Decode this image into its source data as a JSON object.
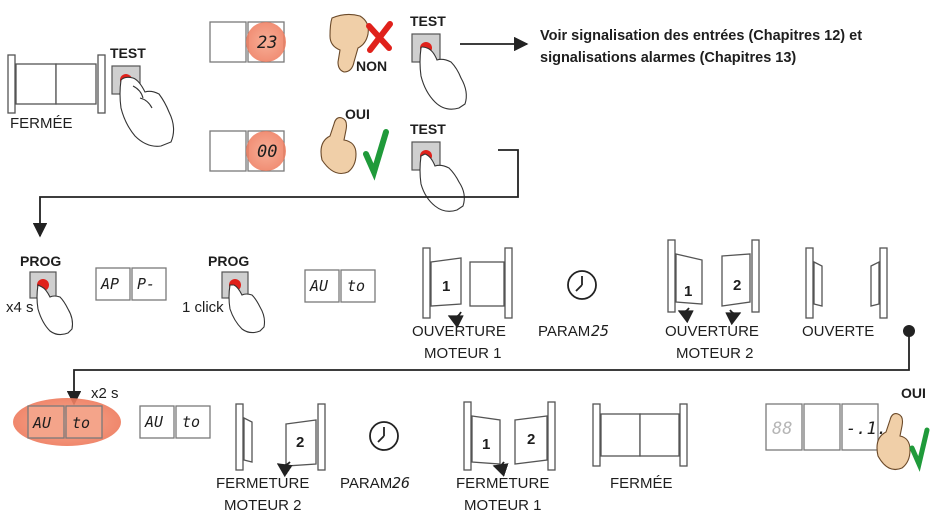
{
  "labels": {
    "test_1": "TEST",
    "test_2": "TEST",
    "test_3": "TEST",
    "fermee_1": "FERMÉE",
    "non": "NON",
    "oui_1": "OUI",
    "oui_2": "OUI",
    "note_line1": "Voir signalisation des entrées (Chapitres 12) et",
    "note_line2": "signalisations alarmes (Chapitres 13)",
    "prog_1": "PROG",
    "prog_2": "PROG",
    "x4s": "x4 s",
    "one_click": "1 click",
    "ouverture_moteur1_l1": "OUVERTURE",
    "ouverture_moteur1_l2": "MOTEUR 1",
    "param25": "PARAM.",
    "ouverture_moteur2_l1": "OUVERTURE",
    "ouverture_moteur2_l2": "MOTEUR 2",
    "ouverte": "OUVERTE",
    "x2s": "x2 s",
    "fermeture_moteur2_l1": "FERMETURE",
    "fermeture_moteur2_l2": "MOTEUR 2",
    "param26": "PARAM.",
    "fermeture_moteur1_l1": "FERMETURE",
    "fermeture_moteur1_l2": "MOTEUR 1",
    "fermee_2": "FERMÉE"
  },
  "displays": {
    "d23": "23",
    "d00": "00",
    "ap": "AP",
    "p_dash": "P-",
    "au_1": "AU",
    "to_1": "to",
    "param25_num": "25",
    "au_red": "AU",
    "to_red": "to",
    "au_2": "AU",
    "to_2": "to",
    "param26_num": "26",
    "eight_eight": "88",
    "final_code": "-.1."
  },
  "leaf_numbers": {
    "n1a": "1",
    "n1b": "1",
    "n2b": "2",
    "n2c": "2",
    "n1d": "1",
    "n2d": "2"
  },
  "colors": {
    "button_red": "#e0211b",
    "display_glow": "#f08a6a",
    "check_green": "#1f9a3a",
    "cross_red": "#e0211b"
  },
  "icons": [
    "gate-icon",
    "finger-press-icon",
    "thumb-up-icon",
    "thumb-down-icon",
    "check-icon",
    "cross-icon",
    "clock-icon",
    "arrow-right-icon",
    "arrow-down-icon"
  ]
}
